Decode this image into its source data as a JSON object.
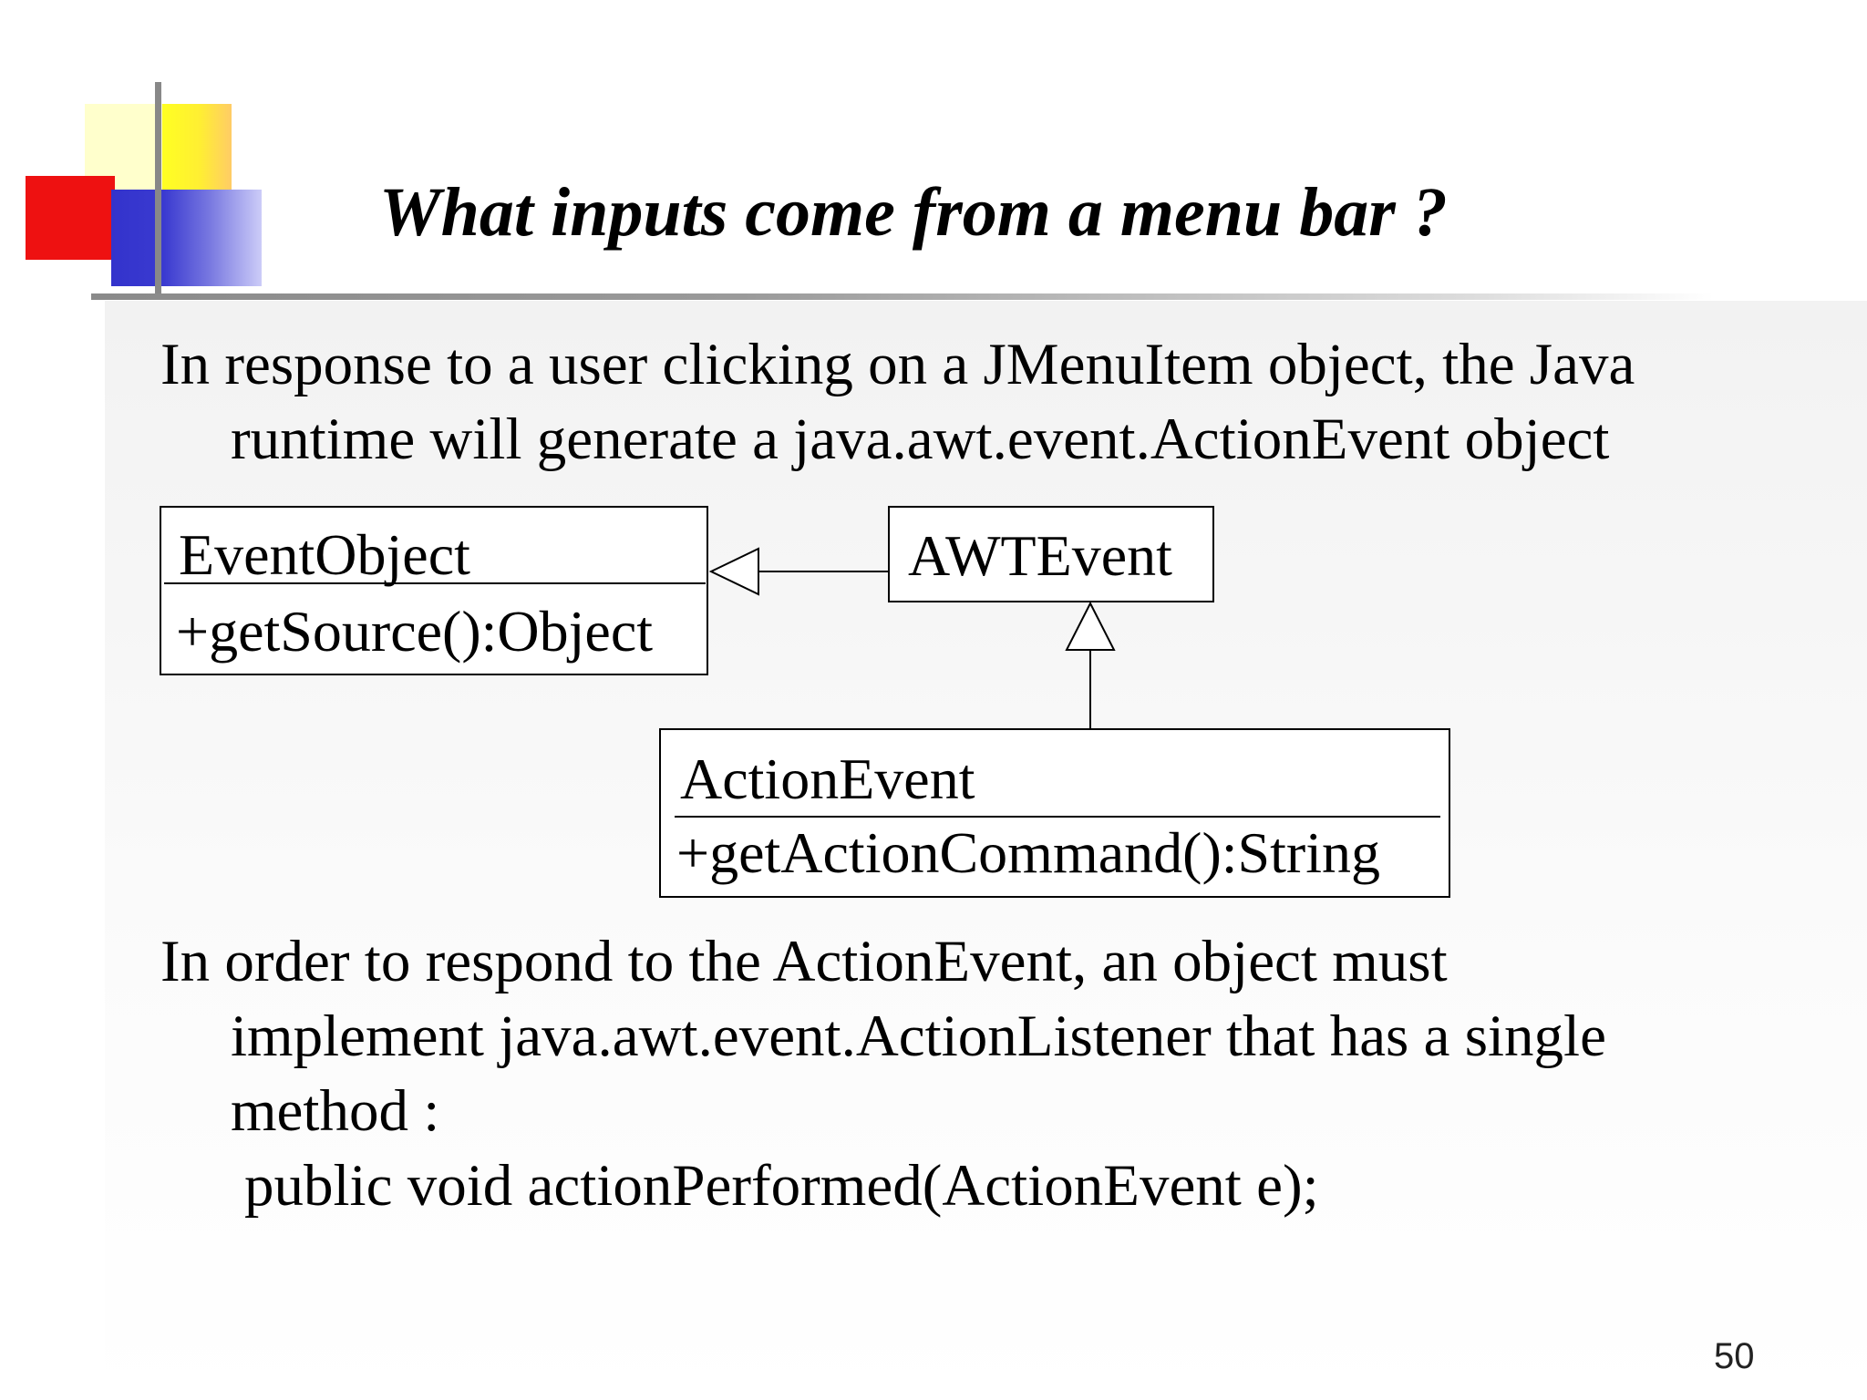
{
  "slide": {
    "title": "What inputs come from a menu bar ?",
    "para1": {
      "line1": "In response to a user clicking on a JMenuItem object, the Java",
      "line2": "runtime will generate a java.awt.event.ActionEvent object"
    },
    "diagram": {
      "eventobject": {
        "name": "EventObject",
        "method": "+getSource():Object"
      },
      "awtevent": {
        "name": "AWTEvent"
      },
      "actionevent": {
        "name": "ActionEvent",
        "method": "+getActionCommand():String"
      }
    },
    "para2": {
      "line1": "In order to respond to the ActionEvent, an object must",
      "line2": "implement java.awt.event.ActionListener that has a single",
      "line3": "method :",
      "line4": "public void actionPerformed(ActionEvent e);"
    },
    "page_number": "50"
  },
  "colors": {
    "red": "#ee1111",
    "yellow": "#ffff22",
    "pale_yellow": "#ffffcc",
    "blue": "#3333cc",
    "rule_gray": "#8a8a8a"
  }
}
